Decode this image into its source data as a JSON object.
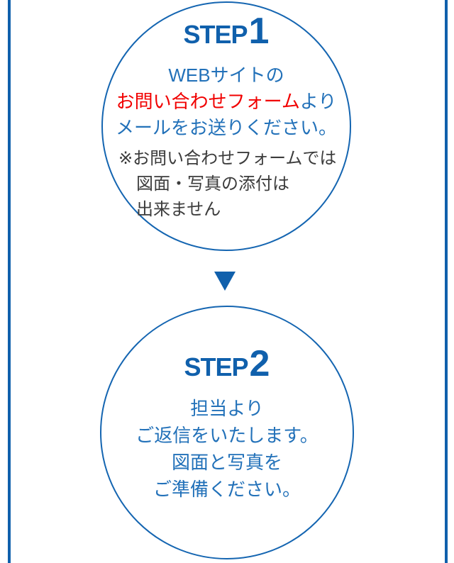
{
  "colors": {
    "accent_blue": "#1060ac",
    "circle_border_blue": "#1465b1",
    "body_text_blue": "#2271b9",
    "highlight_red": "#f10000",
    "note_gray": "#3c3c3c",
    "background": "#ffffff"
  },
  "step1": {
    "label": "STEP",
    "number": "1",
    "line1": "WEBサイトの",
    "line2_highlight": "お問い合わせフォーム",
    "line2_rest": "より",
    "line3": "メールをお送りください。",
    "note1": "※お問い合わせフォームでは",
    "note2": "図面・写真の添付は",
    "note3": "出来ません"
  },
  "step2": {
    "label": "STEP",
    "number": "2",
    "line1": "担当より",
    "line2": "ご返信をいたします。",
    "line3": "図面と写真を",
    "line4": "ご準備ください。"
  }
}
